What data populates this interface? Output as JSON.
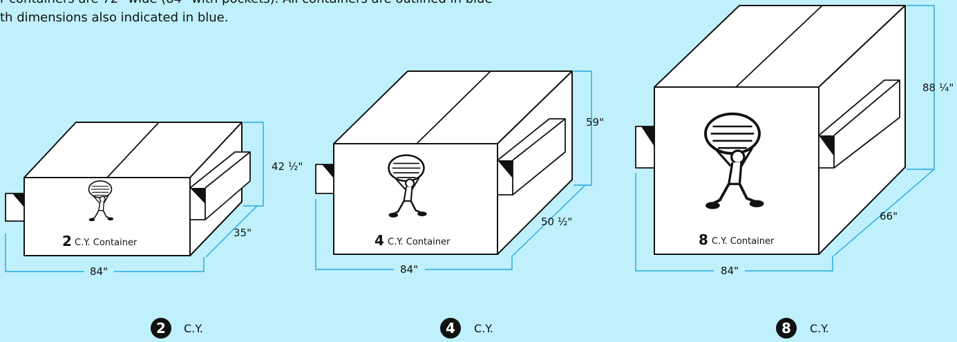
{
  "intro": {
    "line1": "r containers are 72\" wide (84\" with pockets). All containers are outlined in blue",
    "line2": "th dimensions also indicated in blue."
  },
  "containers": [
    {
      "number": "2",
      "label": "C.Y. Container",
      "height": "42 ½\"",
      "depth": "35\"",
      "width": "84\"",
      "badge": "2",
      "unit": "C.Y."
    },
    {
      "number": "4",
      "label": "C.Y. Container",
      "height": "59\"",
      "depth": "50 ½\"",
      "width": "84\"",
      "badge": "4",
      "unit": "C.Y."
    },
    {
      "number": "8",
      "label": "C.Y. Container",
      "height": "88 ¼\"",
      "depth": "66\"",
      "width": "84\"",
      "badge": "8",
      "unit": "C.Y."
    }
  ],
  "colors": {
    "background": "#bff0fb",
    "dimension_lines": "#27a7dd",
    "outline": "#111111"
  },
  "icons": [
    "mascot-carrying-container-icon"
  ]
}
